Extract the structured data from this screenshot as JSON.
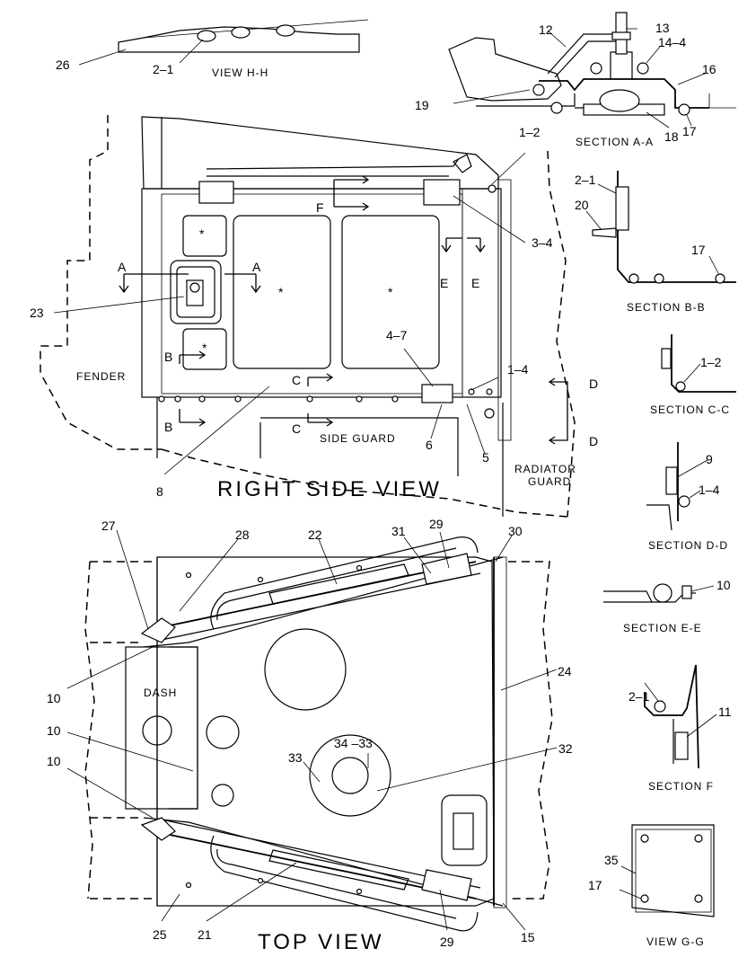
{
  "titles": {
    "right_side_view": "RIGHT SIDE VIEW",
    "top_view": "TOP VIEW"
  },
  "views": {
    "view_hh": "VIEW H-H",
    "section_aa": "SECTION A-A",
    "section_bb": "SECTION B-B",
    "section_cc": "SECTION C-C",
    "section_dd": "SECTION D-D",
    "section_ee": "SECTION E-E",
    "section_f": "SECTION F",
    "view_gg": "VIEW G-G"
  },
  "area_labels": {
    "fender": "FENDER",
    "side_guard": "SIDE GUARD",
    "radiator_guard_line1": "RADIATOR",
    "radiator_guard_line2": "GUARD",
    "dash": "DASH"
  },
  "cut_letters": {
    "a": "A",
    "b": "B",
    "c": "C",
    "d": "D",
    "e": "E",
    "f": "F"
  },
  "callouts": {
    "c26": "26",
    "c2_1": "2–1",
    "c12": "12",
    "c13": "13",
    "c14_4": "14–4",
    "c16": "16",
    "c17": "17",
    "c18": "18",
    "c19": "19",
    "c1_2": "1–2",
    "c3_4": "3–4",
    "c20": "20",
    "c23": "23",
    "c4_7": "4–7",
    "c1_4": "1–4",
    "c6": "6",
    "c5": "5",
    "c8": "8",
    "c9": "9",
    "c10": "10",
    "c11": "11",
    "c27": "27",
    "c28": "28",
    "c22": "22",
    "c31": "31",
    "c29": "29",
    "c30": "30",
    "c24": "24",
    "c33": "33",
    "c34_33": "34 –33",
    "c32": "32",
    "c25": "25",
    "c21": "21",
    "c15": "15",
    "c35": "35"
  }
}
